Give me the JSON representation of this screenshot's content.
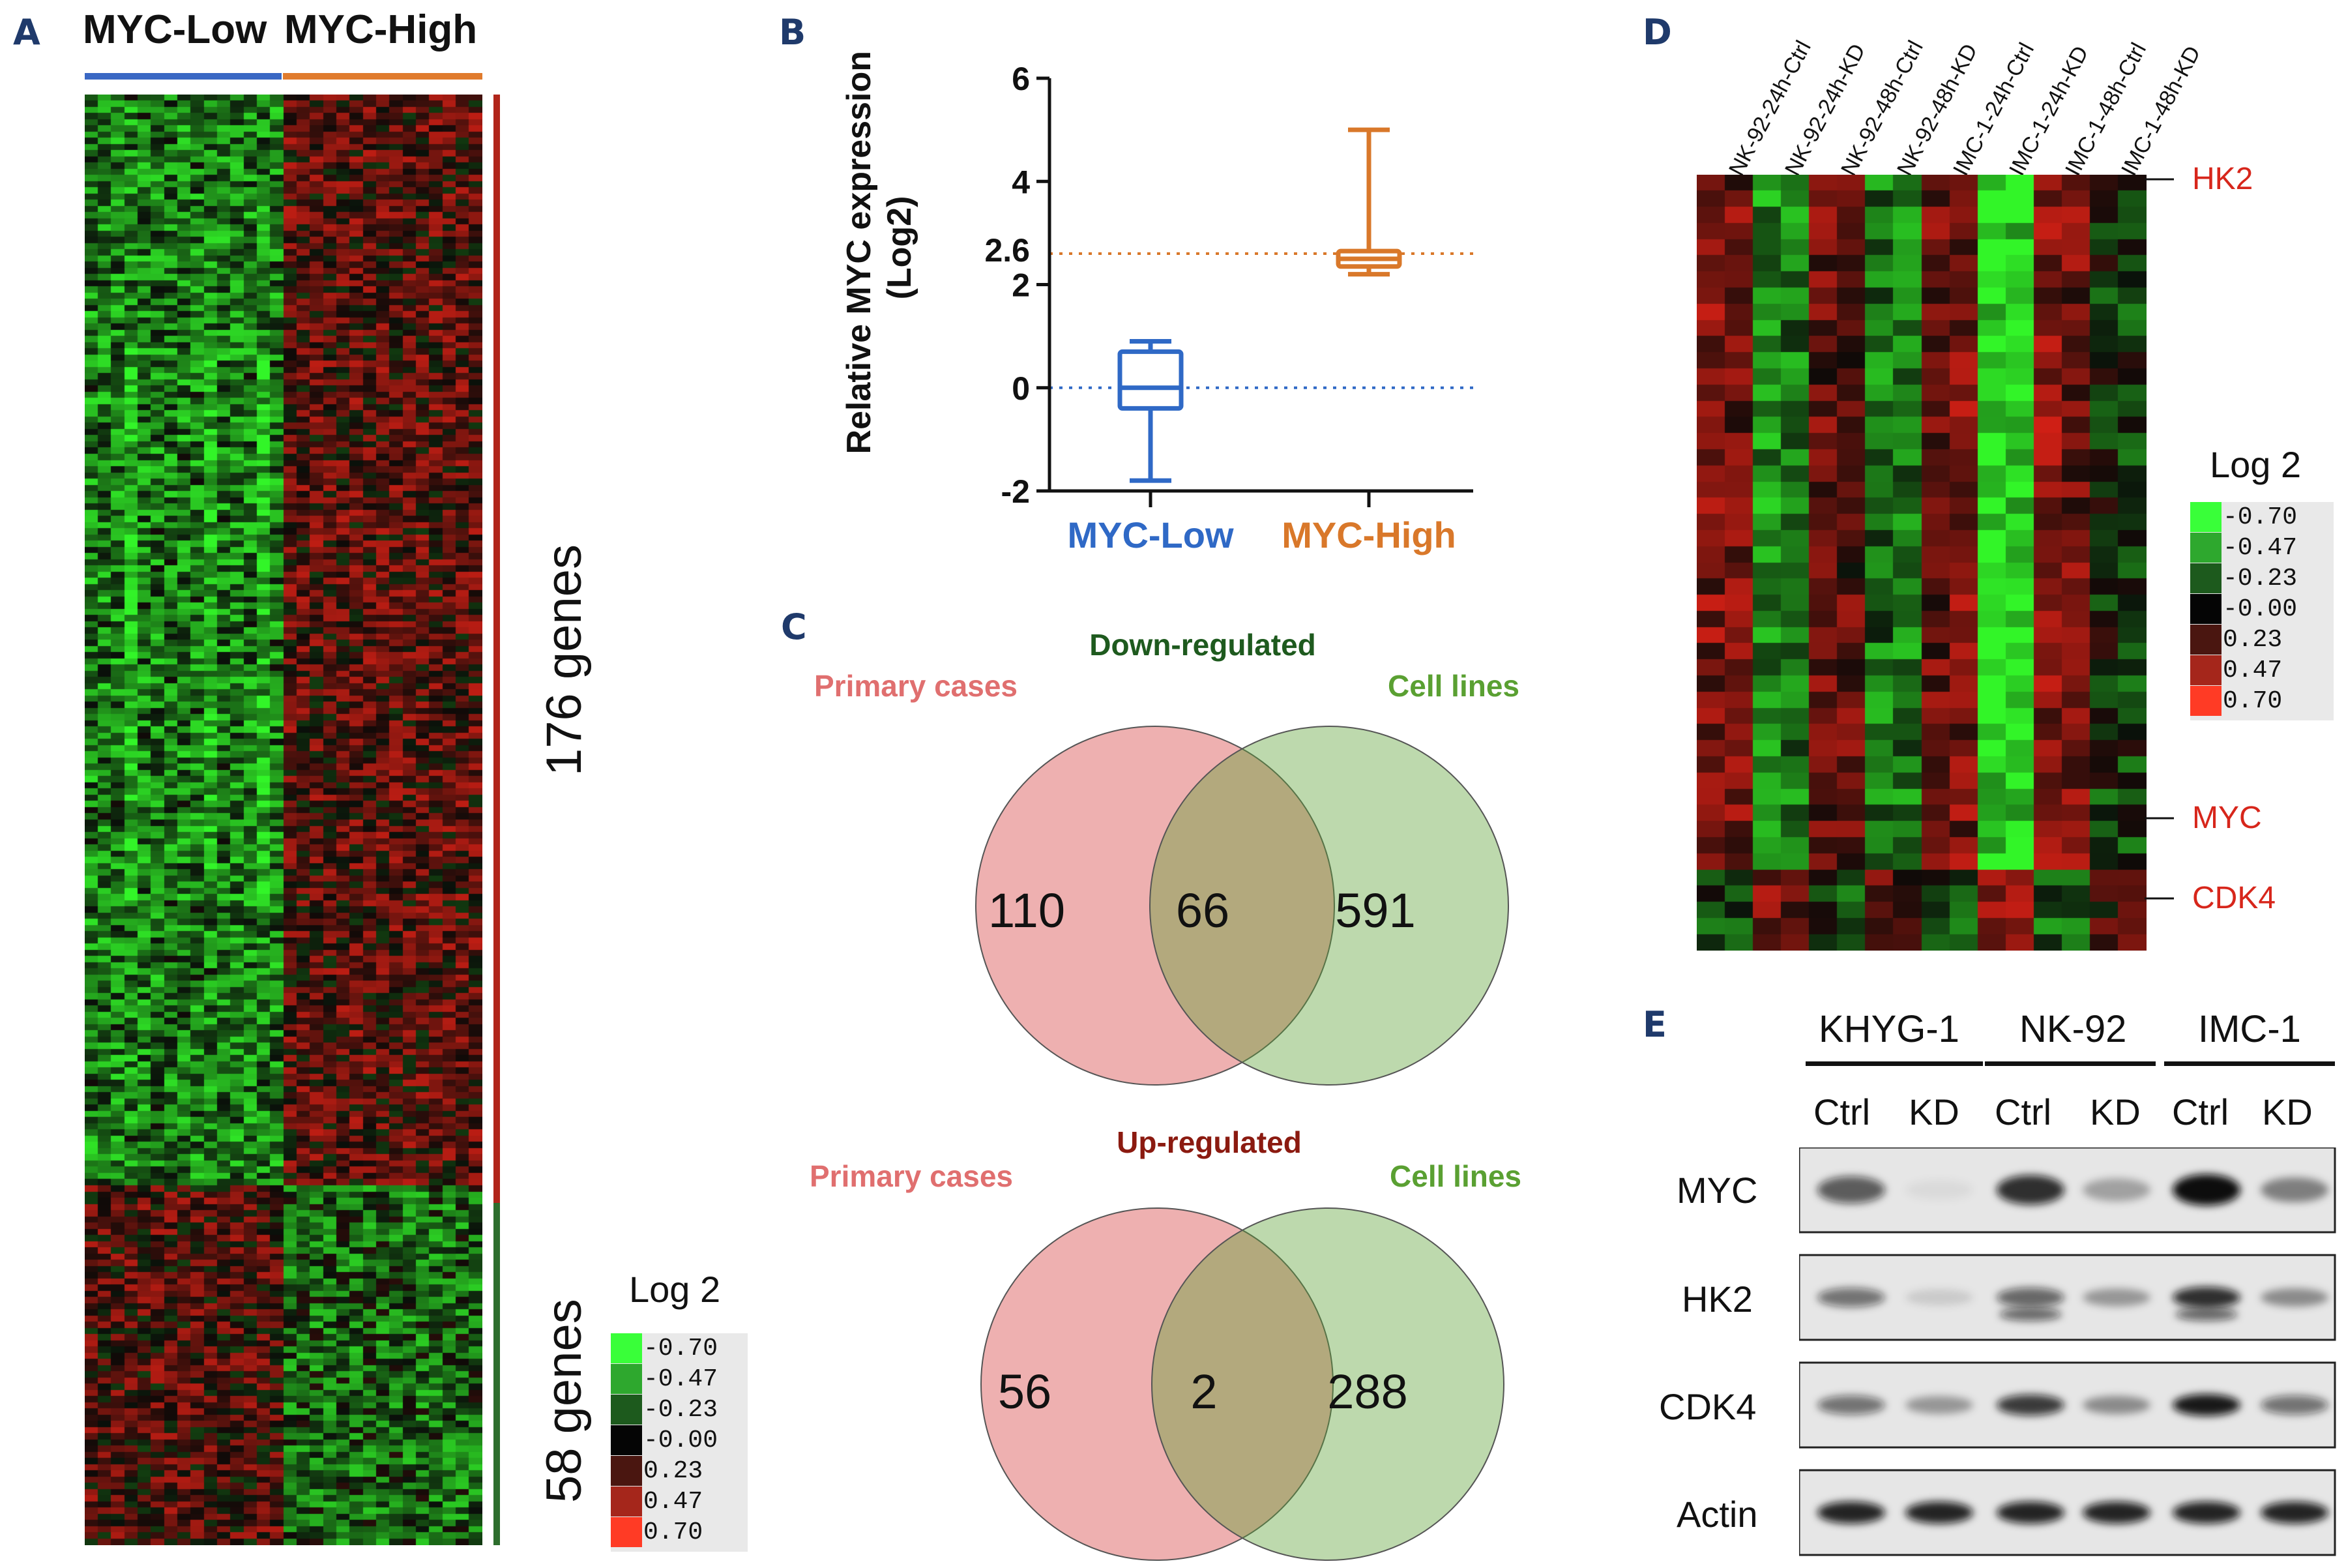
{
  "panels": {
    "a": "A",
    "b": "B",
    "c": "C",
    "d": "D",
    "e": "E"
  },
  "panel_a": {
    "group_low": "MYC-Low",
    "group_high": "MYC-High",
    "cluster_1": "176 genes",
    "cluster_2": "58 genes",
    "legend_title": "Log 2",
    "legend_labels": [
      "-0.70",
      "-0.47",
      "-0.23",
      "-0.00",
      "0.23",
      "0.47",
      "0.70"
    ],
    "legend_colors": [
      "#39ff39",
      "#2ea82e",
      "#1d5a1d",
      "#050505",
      "#4a1610",
      "#a5261b",
      "#ff3b25"
    ],
    "group_colors": {
      "low": "#3a68c4",
      "high": "#e07b2d",
      "cluster_1": "#b1251a",
      "cluster_2": "#2d6e2d"
    }
  },
  "chart_data": [
    {
      "type": "box",
      "ylabel": "Relative MYC expression (Log2)",
      "ylim": [
        -2,
        6
      ],
      "yticks": [
        "-2",
        "0",
        "2",
        "4",
        "6"
      ],
      "reference_label": "2.6",
      "reference_lines": [
        0,
        2.6
      ],
      "categories": [
        "MYC-Low",
        "MYC-High"
      ],
      "category_colors": [
        "#2f69c6",
        "#d9782a"
      ],
      "boxes": [
        {
          "name": "MYC-Low",
          "min": -1.8,
          "q1": -0.4,
          "median": 0.0,
          "q3": 0.7,
          "max": 0.9
        },
        {
          "name": "MYC-High",
          "min": 2.2,
          "q1": 2.35,
          "median": 2.5,
          "q3": 2.65,
          "max": 5.0
        }
      ]
    }
  ],
  "panel_c": {
    "down_title": "Down-regulated",
    "up_title": "Up-regulated",
    "left_label": "Primary cases",
    "right_label": "Cell lines",
    "down_counts": {
      "left": "110",
      "both": "66",
      "right": "591"
    },
    "up_counts": {
      "left": "56",
      "both": "2",
      "right": "288"
    },
    "colors": {
      "primary": "#e06f6f",
      "cells": "#5aa032",
      "down": "#1e5a1e",
      "up": "#8b1a10"
    }
  },
  "panel_d": {
    "columns": [
      "NK-92-24h-Ctrl",
      "NK-92-24h-KD",
      "NK-92-48h-Ctrl",
      "NK-92-48h-KD",
      "IMC-1-24h-Ctrl",
      "IMC-1-24h-KD",
      "IMC-1-48h-Ctrl",
      "IMC-1-48h-KD"
    ],
    "gene_labels": [
      "HK2",
      "MYC",
      "CDK4"
    ],
    "legend_title": "Log 2",
    "legend_labels": [
      "-0.70",
      "-0.47",
      "-0.23",
      "-0.00",
      "0.23",
      "0.47",
      "0.70"
    ]
  },
  "panel_e": {
    "cell_lines": [
      "KHYG-1",
      "NK-92",
      "IMC-1"
    ],
    "conditions": [
      "Ctrl",
      "KD",
      "Ctrl",
      "KD",
      "Ctrl",
      "KD"
    ],
    "proteins": [
      "MYC",
      "HK2",
      "CDK4",
      "Actin"
    ]
  }
}
